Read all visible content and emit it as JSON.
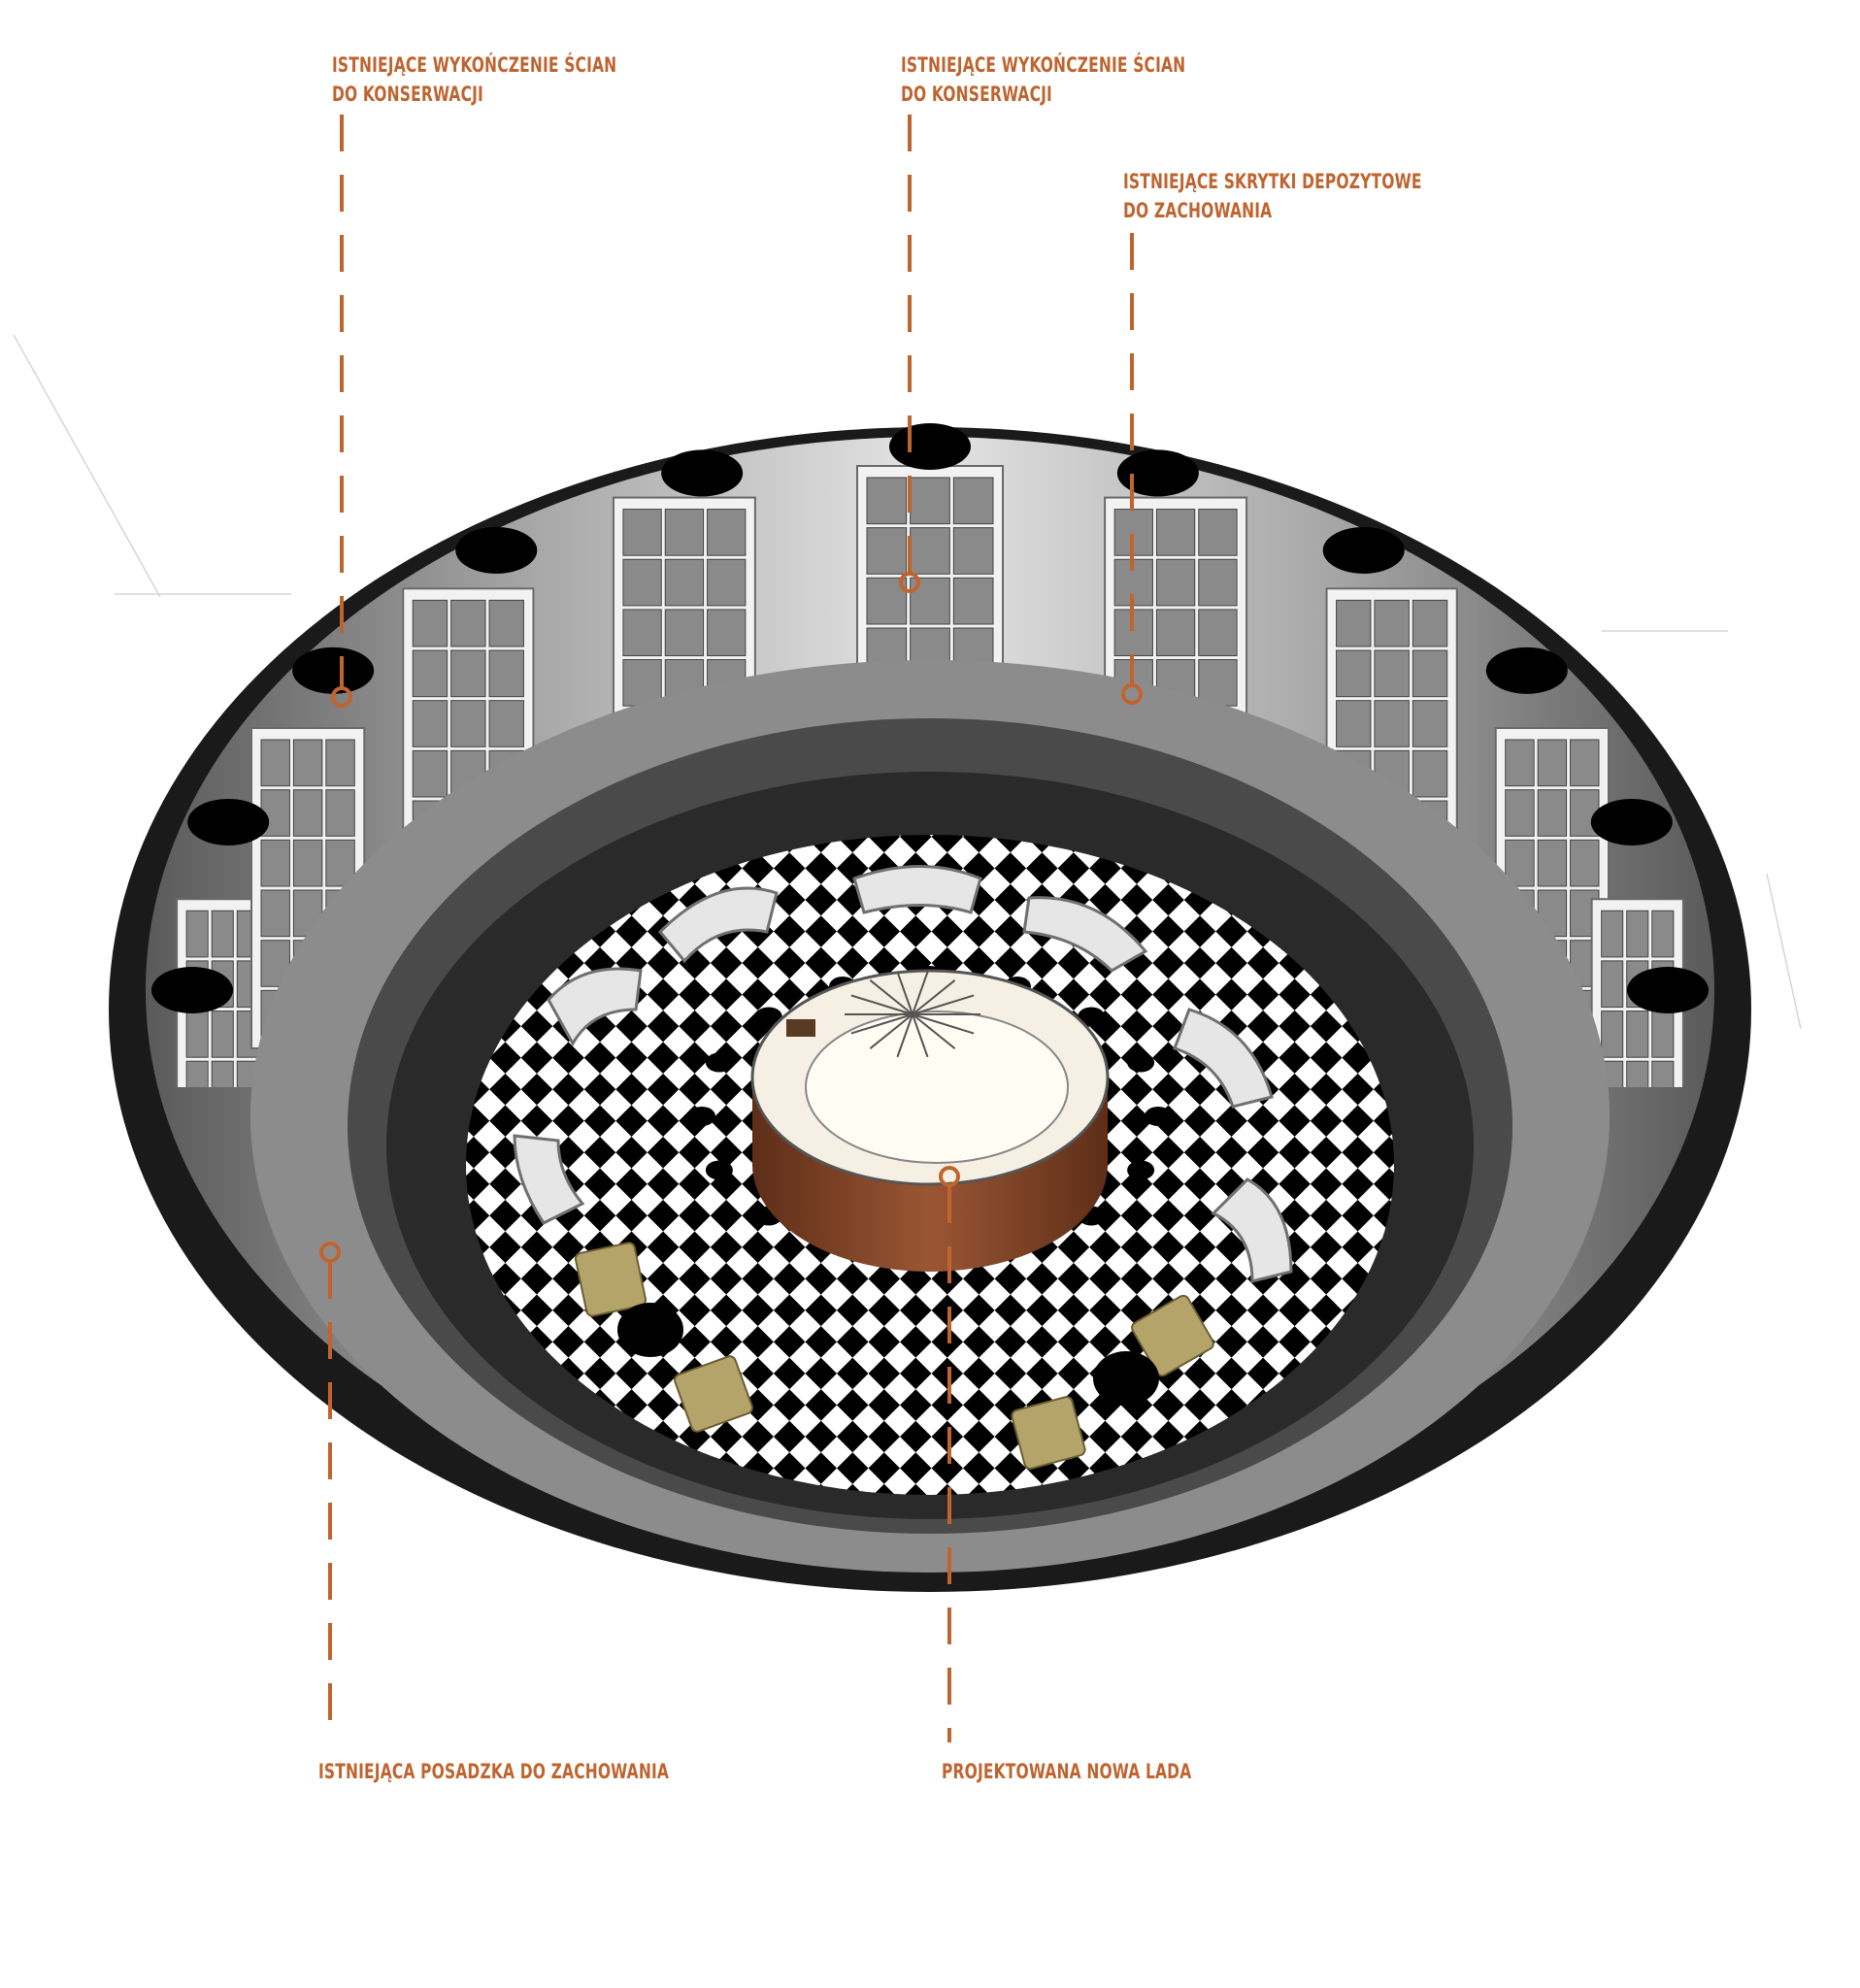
{
  "annotations": [
    {
      "id": "wall-finish-left",
      "lines": [
        "ISTNIEJĄCE WYKOŃCZENIE ŚCIAN",
        "DO KONSERWACJI"
      ]
    },
    {
      "id": "wall-finish-center",
      "lines": [
        "ISTNIEJĄCE WYKOŃCZENIE ŚCIAN",
        "DO KONSERWACJI"
      ]
    },
    {
      "id": "deposit-boxes",
      "lines": [
        "ISTNIEJĄCE SKRYTKI DEPOZYTOWE",
        "DO ZACHOWANIA"
      ]
    },
    {
      "id": "floor",
      "lines": [
        "ISTNIEJĄCA POSADZKA DO ZACHOWANIA"
      ]
    },
    {
      "id": "counter",
      "lines": [
        "PROJEKTOWANA NOWA LADA"
      ]
    }
  ],
  "colors": {
    "annotation": "#c0642f",
    "floor_dark": "#000000",
    "floor_light": "#ffffff",
    "counter_wood": "#8a4a2c",
    "counter_top": "#f5f0e3",
    "armchair": "#b5a46a"
  }
}
